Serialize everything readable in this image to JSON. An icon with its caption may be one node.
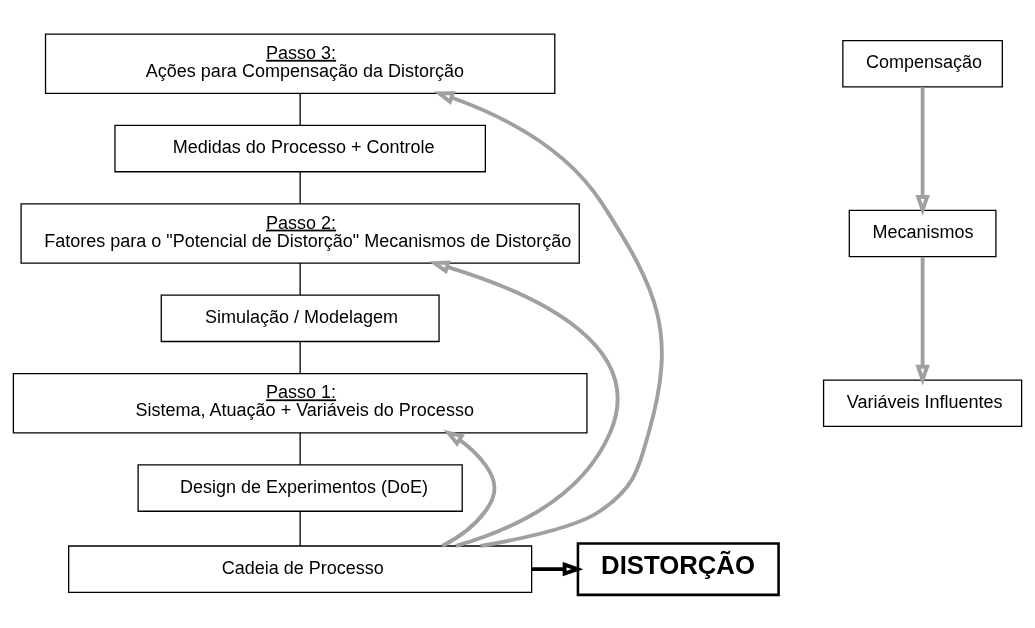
{
  "diagram": {
    "nodes": [
      {
        "text": [
          "Passo 3:",
          "Ações para Compensação da Distorção"
        ]
      },
      {
        "text": [
          "Medidas do Processo + Controle"
        ]
      },
      {
        "text": [
          "Passo 2:",
          "Fatores para o \"Potencial de Distorção\" Mecanismos de Distorção"
        ]
      },
      {
        "text": [
          "Simulação / Modelagem"
        ]
      },
      {
        "text": [
          "Passo 1:",
          "Sistema, Atuação + Variáveis do Processo"
        ]
      },
      {
        "text": [
          "Design de Experimentos (DoE)"
        ]
      },
      {
        "text": [
          "Cadeia de Processo"
        ]
      },
      {
        "text": [
          "DISTORÇÃO"
        ]
      },
      {
        "text": [
          "Compensação"
        ]
      },
      {
        "text": [
          "Mecanismos"
        ]
      },
      {
        "text": [
          "Variáveis Influentes"
        ]
      }
    ],
    "edges": [
      {
        "from": 0,
        "to": 1,
        "arrow": "none"
      },
      {
        "from": 1,
        "to": 2,
        "arrow": "none"
      },
      {
        "from": 2,
        "to": 3,
        "arrow": "none"
      },
      {
        "from": 3,
        "to": 4,
        "arrow": "none"
      },
      {
        "from": 4,
        "to": 5,
        "arrow": "none"
      },
      {
        "from": 5,
        "to": 6,
        "arrow": "none"
      },
      {
        "from": 6,
        "to": 7,
        "arrow": "to",
        "style": "thick"
      },
      {
        "from": 6,
        "to": 0,
        "arrow": "to",
        "style": "thick",
        "color": "#a0a0a0"
      },
      {
        "from": 6,
        "to": 2,
        "arrow": "to",
        "style": "thick",
        "color": "#a0a0a0"
      },
      {
        "from": 6,
        "to": 4,
        "arrow": "to",
        "style": "thick",
        "color": "#a0a0a0"
      },
      {
        "from": 8,
        "to": 9,
        "arrow": "to",
        "style": "thick",
        "color": "#a0a0a0"
      },
      {
        "from": 9,
        "to": 10,
        "arrow": "to",
        "style": "thick",
        "color": "#a0a0a0"
      }
    ]
  }
}
